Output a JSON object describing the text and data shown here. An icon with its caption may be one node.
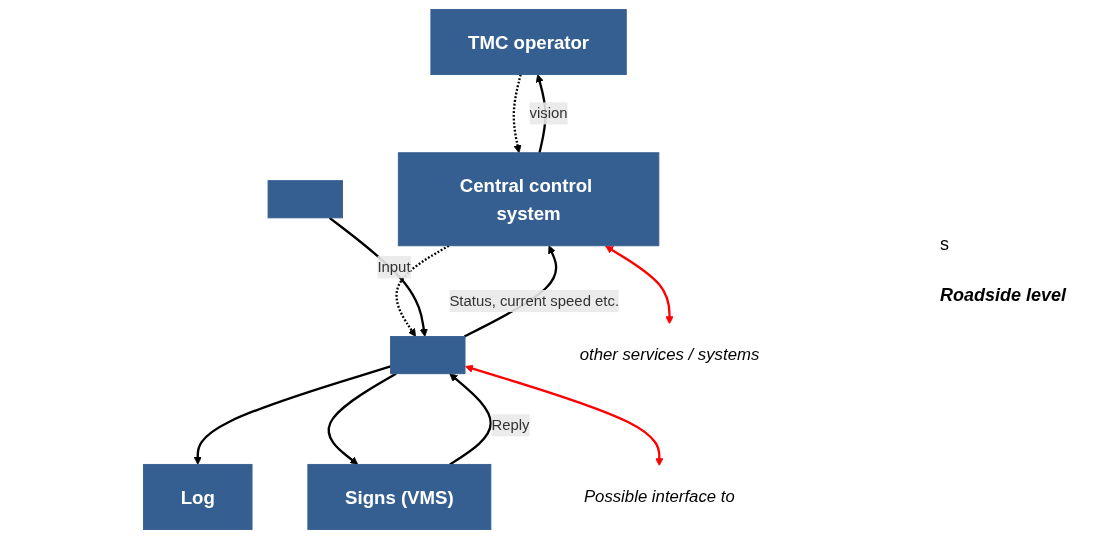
{
  "diagram": {
    "nodes": [
      {
        "text": [
          "TMC operator"
        ]
      },
      {
        "text": [
          "Central control system"
        ]
      },
      {
        "text": [
          "Log"
        ]
      },
      {
        "text": [],
        "shape": "box"
      },
      {
        "text": [],
        "shape": "box"
      },
      {
        "text": [
          "Signs (VMS)"
        ]
      },
      {
        "text": [
          "other services / systems"
        ]
      },
      {
        "text": [
          "Possible interface to"
        ]
      }
    ],
    "edges": [
      {
        "from": 1,
        "to": 0,
        "arrow": "to",
        "label": "vision"
      },
      {
        "from": 0,
        "to": 1,
        "arrow": "to",
        "style": "dashed"
      },
      {
        "from": 1,
        "to": 4,
        "arrow": "to",
        "style": "dashed"
      },
      {
        "from": 4,
        "to": 1,
        "arrow": "to",
        "label": "Status, current speed etc."
      },
      {
        "from": 4,
        "to": 2,
        "arrow": "to"
      },
      {
        "from": 3,
        "to": 4,
        "arrow": "to",
        "label": "Input"
      },
      {
        "from": 4,
        "to": 5,
        "arrow": "to"
      },
      {
        "from": 5,
        "to": 4,
        "arrow": "to",
        "label": "Reply"
      },
      {
        "from": 1,
        "to": 6,
        "arrow": "both",
        "color": "#ff0000"
      },
      {
        "from": 4,
        "to": 7,
        "arrow": "both",
        "color": "#ff0000"
      }
    ],
    "labels": [
      "s",
      "Roadside level"
    ]
  }
}
